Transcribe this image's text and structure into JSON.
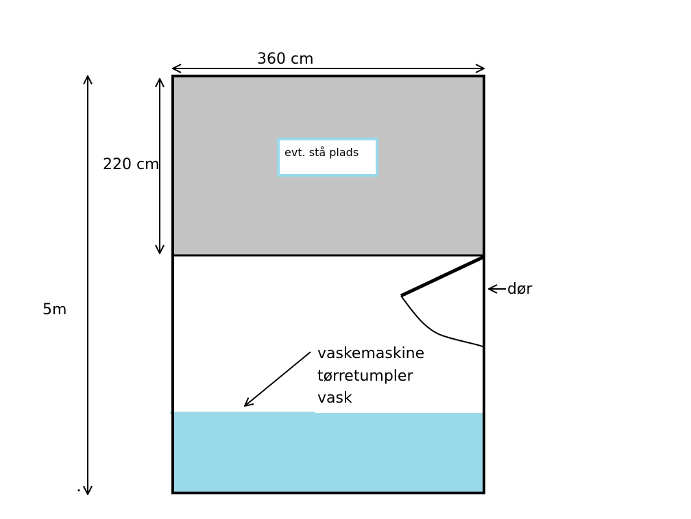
{
  "dimensions": {
    "width_label": "360 cm",
    "depth_label": "220 cm",
    "length_label": "5m"
  },
  "zones": {
    "standing_area_label": "evt. stå plads",
    "appliance_labels": [
      "vaskemaskine",
      "tørretumpler",
      "vask"
    ],
    "door_label": "dør"
  },
  "colors": {
    "standing_area_fill": "#c3c3c3",
    "appliance_area_fill": "#99d9ea",
    "label_box_border": "#99d9ea",
    "stroke": "#000000"
  }
}
